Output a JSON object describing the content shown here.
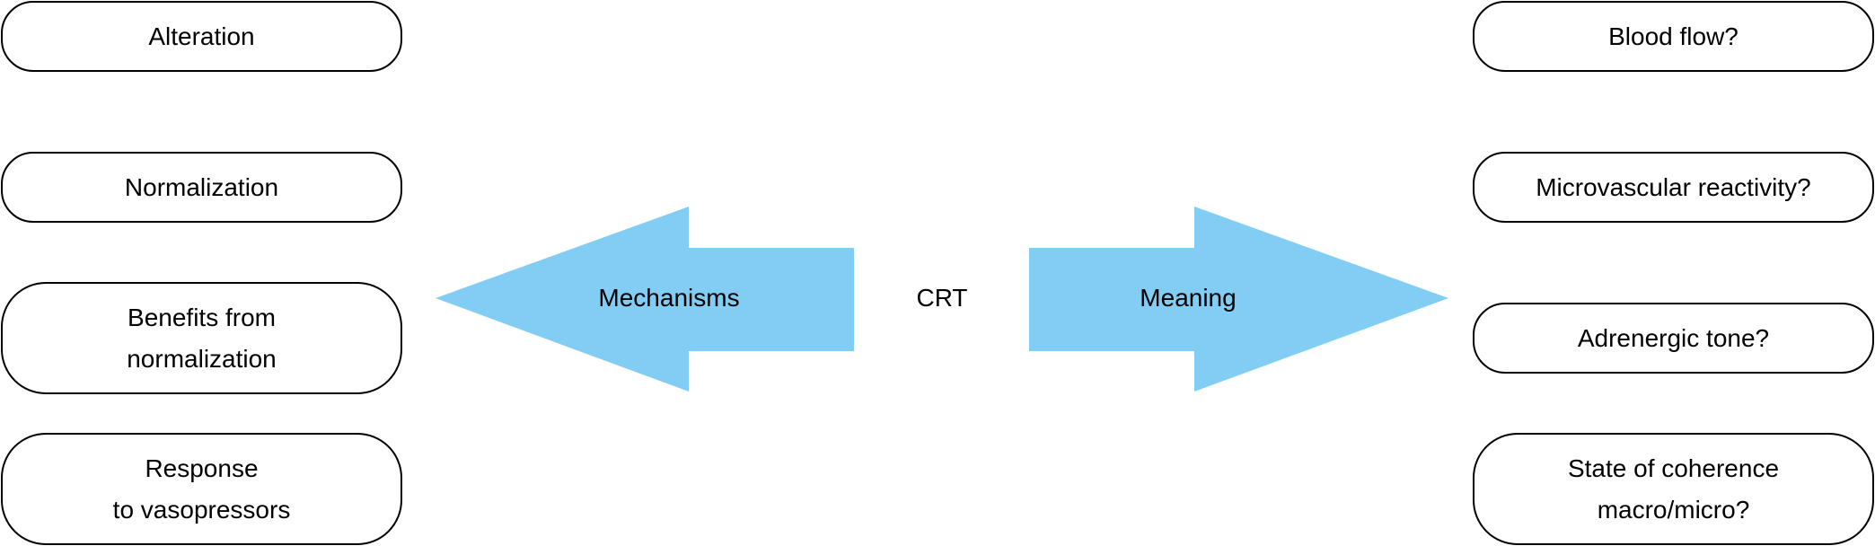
{
  "left_boxes": {
    "alteration": [
      "Alteration"
    ],
    "normalization": [
      "Normalization"
    ],
    "benefits": [
      "Benefits from",
      "normalization"
    ],
    "response": [
      "Response",
      "to vasopressors"
    ]
  },
  "right_boxes": {
    "blood_flow": [
      "Blood flow?"
    ],
    "microvascular": [
      "Microvascular reactivity?"
    ],
    "adrenergic": [
      "Adrenergic tone?"
    ],
    "coherence": [
      "State of coherence",
      "macro/micro?"
    ]
  },
  "center": {
    "left_arrow_label": "Mechanisms",
    "center_label": "CRT",
    "right_arrow_label": "Meaning"
  },
  "colors": {
    "arrow_fill": "#82cdf4",
    "box_border": "#000000"
  }
}
